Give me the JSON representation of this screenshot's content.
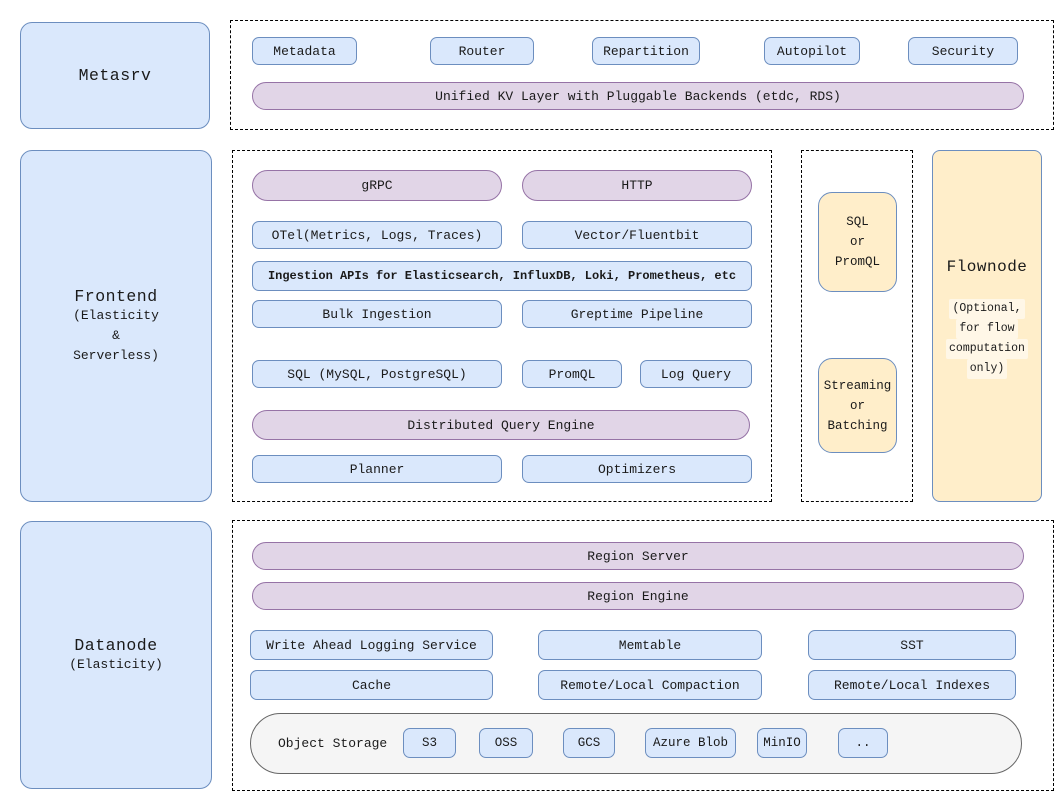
{
  "colors": {
    "blue_fill": "#dae8fc",
    "blue_border": "#6c8ebf",
    "purple_fill": "#e1d5e7",
    "purple_border": "#9673a6",
    "yellow_fill": "#ffeeca",
    "yellow_border": "#6c8ebf",
    "gray_fill": "#f5f5f5",
    "gray_border": "#666666"
  },
  "metasrv": {
    "label": "Metasrv",
    "services": [
      "Metadata",
      "Router",
      "Repartition",
      "Autopilot",
      "Security"
    ],
    "kv_layer": "Unified KV Layer with Pluggable Backends (etdc, RDS)"
  },
  "frontend": {
    "label": "Frontend",
    "sub": [
      "(Elasticity",
      "&",
      "Serverless)"
    ],
    "protocols": [
      "gRPC",
      "HTTP"
    ],
    "collectors": [
      "OTel(Metrics, Logs, Traces)",
      "Vector/Fluentbit"
    ],
    "ingestion_apis": "Ingestion APIs for Elasticsearch, InfluxDB, Loki, Prometheus, etc",
    "ingestion_row": [
      "Bulk Ingestion",
      "Greptime Pipeline"
    ],
    "query_row": [
      "SQL (MySQL, PostgreSQL)",
      "PromQL",
      "Log Query"
    ],
    "query_engine": "Distributed Query Engine",
    "engine_row": [
      "Planner",
      "Optimizers"
    ]
  },
  "flow_link": {
    "sql_promql": [
      "SQL",
      "or",
      "PromQL"
    ],
    "streaming_batching": [
      "Streaming",
      "or",
      "Batching"
    ]
  },
  "flownode": {
    "label": "Flownode",
    "note": [
      "(Optional,",
      "for flow",
      "computation",
      "only)"
    ]
  },
  "datanode": {
    "label": "Datanode",
    "sub": "(Elasticity)",
    "region_server": "Region Server",
    "region_engine": "Region Engine",
    "storage_row1": [
      "Write Ahead Logging Service",
      "Memtable",
      "SST"
    ],
    "storage_row2": [
      "Cache",
      "Remote/Local Compaction",
      "Remote/Local Indexes"
    ],
    "object_storage": {
      "label": "Object Storage",
      "providers": [
        "S3",
        "OSS",
        "GCS",
        "Azure Blob",
        "MinIO",
        ".."
      ]
    }
  }
}
